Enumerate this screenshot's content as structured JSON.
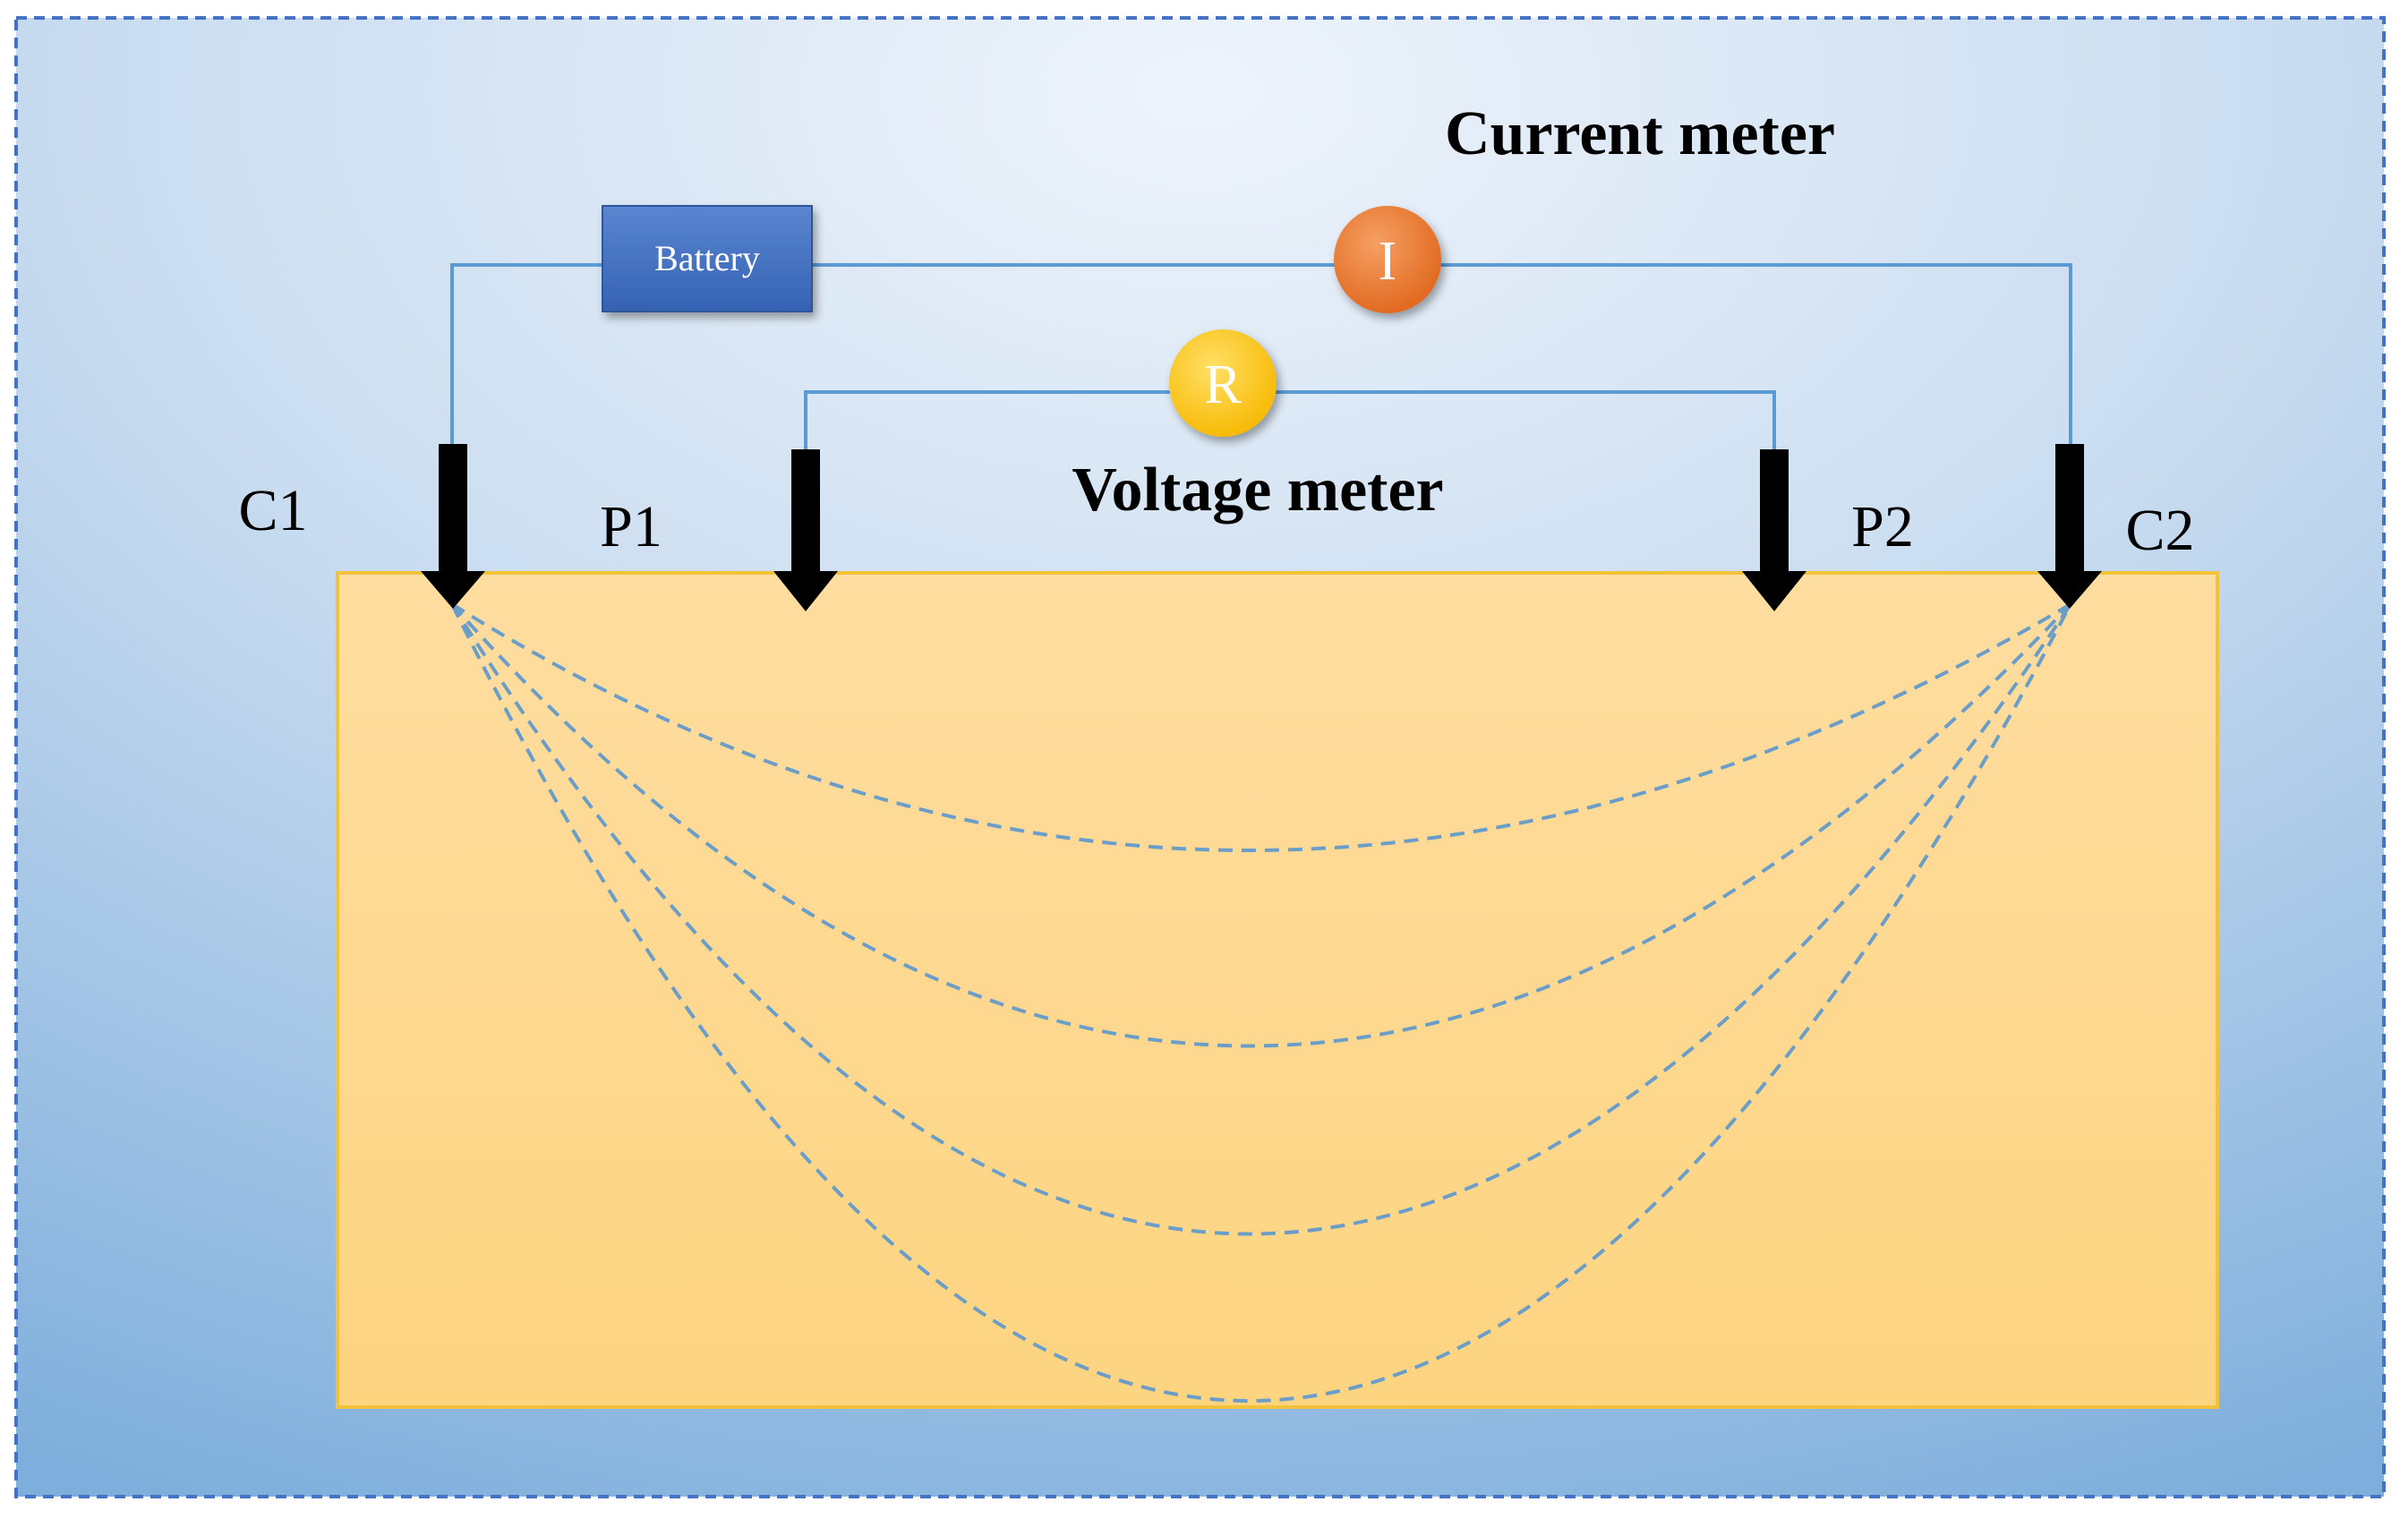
{
  "labels": {
    "current_meter": "Current meter",
    "voltage_meter": "Voltage meter",
    "battery": "Battery",
    "current_symbol": "I",
    "resistance_symbol": "R",
    "c1": "C1",
    "p1": "P1",
    "p2": "P2",
    "c2": "C2"
  },
  "colors": {
    "background_center": "#eaf2fa",
    "background_edge": "#7eaedc",
    "frame_border": "#4472c4",
    "ground_fill": "#fdd98e",
    "ground_border": "#f2c23a",
    "wire": "#5b9bd5",
    "field_lines": "#6a9ec8",
    "electrode": "#000000",
    "battery_fill": "#4472c4",
    "current_meter_fill": "#ed7d31",
    "voltage_meter_fill": "#ffc000"
  }
}
